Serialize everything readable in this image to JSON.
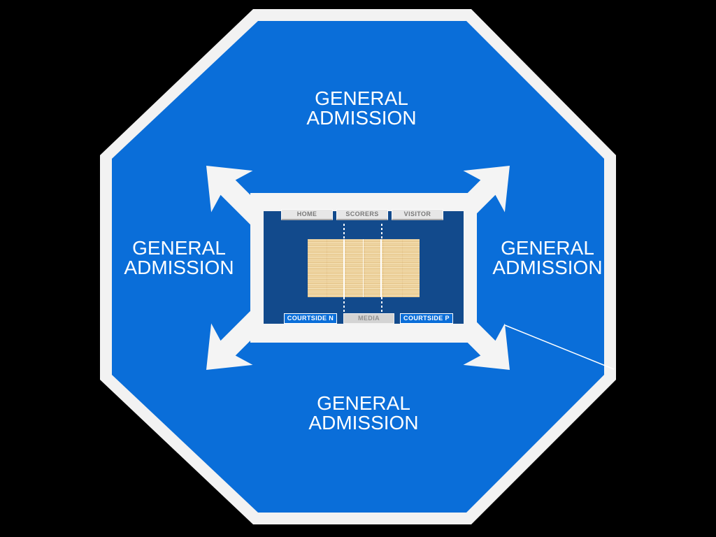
{
  "colors": {
    "background": "#000000",
    "octagon_fill": "#0a6ed9",
    "octagon_border": "#f2f2f2",
    "court_surround": "#124a8c",
    "court_floor_wood": "#efd5a0",
    "frame_arrows": "#f4f4f4",
    "tab_gray_bg": "#e7e7e7",
    "tab_gray_text": "#7a7a7a",
    "tab_blue_bg": "#0a6ed9",
    "tab_blue_text": "#ffffff"
  },
  "sections": {
    "top": {
      "line1": "GENERAL",
      "line2": "ADMISSION"
    },
    "left": {
      "line1": "GENERAL",
      "line2": "ADMISSION"
    },
    "right": {
      "line1": "GENERAL",
      "line2": "ADMISSION"
    },
    "bottom": {
      "line1": "GENERAL",
      "line2": "ADMISSION"
    }
  },
  "court": {
    "top_tabs": [
      {
        "label": "HOME"
      },
      {
        "label": "SCORERS"
      },
      {
        "label": "VISITOR"
      }
    ],
    "bottom_tabs": [
      {
        "label": "COURTSIDE N"
      },
      {
        "label": "MEDIA"
      },
      {
        "label": "COURTSIDE P"
      }
    ]
  }
}
